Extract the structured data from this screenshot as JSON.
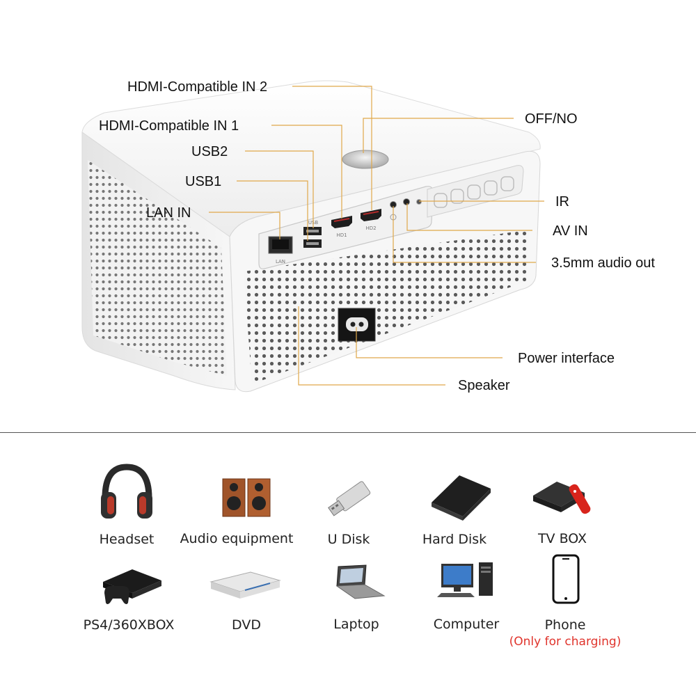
{
  "callouts": {
    "hdmi2": "HDMI-Compatible IN 2",
    "hdmi1": "HDMI-Compatible IN 1",
    "usb2": "USB2",
    "usb1": "USB1",
    "lan": "LAN IN",
    "offno": "OFF/NO",
    "ir": "IR",
    "av": "AV IN",
    "audio": "3.5mm audio out",
    "power": "Power interface",
    "speaker": "Speaker"
  },
  "panel_marks": {
    "lan": "LAN",
    "usb": "USB",
    "hd1": "HD1",
    "hd2": "HD2"
  },
  "devices": [
    {
      "label": "Headset",
      "icon": "headset-icon"
    },
    {
      "label": "Audio equipment",
      "icon": "speakers-icon"
    },
    {
      "label": "U Disk",
      "icon": "usb-drive-icon"
    },
    {
      "label": "Hard Disk",
      "icon": "hard-disk-icon"
    },
    {
      "label": "TV BOX",
      "icon": "tv-box-icon"
    },
    {
      "label": "PS4/360XBOX",
      "icon": "game-console-icon"
    },
    {
      "label": "DVD",
      "icon": "dvd-player-icon"
    },
    {
      "label": "Laptop",
      "icon": "laptop-icon"
    },
    {
      "label": "Computer",
      "icon": "computer-icon"
    },
    {
      "label": "Phone",
      "icon": "phone-icon",
      "note": "(Only for charging)"
    }
  ],
  "colors": {
    "leader_line": "#e0a84a",
    "note": "#e0342c",
    "housing": "#f4f4f4"
  }
}
